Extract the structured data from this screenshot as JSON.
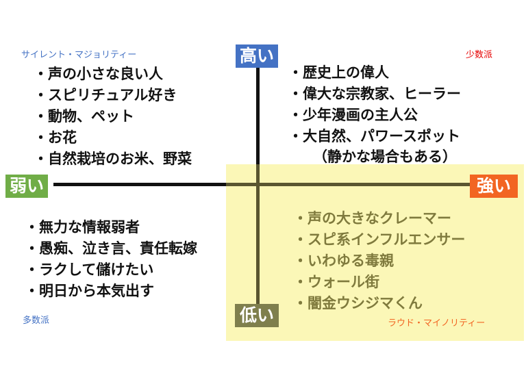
{
  "axis_labels": {
    "high": "高い",
    "low": "低い",
    "weak": "弱い",
    "strong": "強い"
  },
  "corners": {
    "top_left": "サイレント・マジョリティー",
    "top_right": "少数派",
    "bottom_left": "多数派",
    "bottom_right": "ラウド・マイノリティー"
  },
  "quadrants": {
    "top_left": [
      "声の小さな良い人",
      "スピリチュアル好き",
      "動物、ペット",
      "お花",
      "自然栽培のお米、野菜"
    ],
    "top_right": [
      "歴史上の偉人",
      "偉大な宗教家、ヒーラー",
      "少年漫画の主人公",
      "大自然、パワースポット"
    ],
    "top_right_note": "（静かな場合もある）",
    "bottom_left": [
      "無力な情報弱者",
      "愚痴、泣き言、責任転嫁",
      "ラクして儲けたい",
      "明日から本気出す"
    ],
    "bottom_right": [
      "声の大きなクレーマー",
      "スピ系インフルエンサー",
      "いわゆる毒親",
      "ウォール街",
      "闇金ウシジマくん"
    ]
  },
  "colors": {
    "high": "#4472c4",
    "low": "#7f7f4d",
    "weak": "#70ad47",
    "strong": "#f26522",
    "highlight": "#fbf7b7",
    "minority_label": "#e60000"
  }
}
